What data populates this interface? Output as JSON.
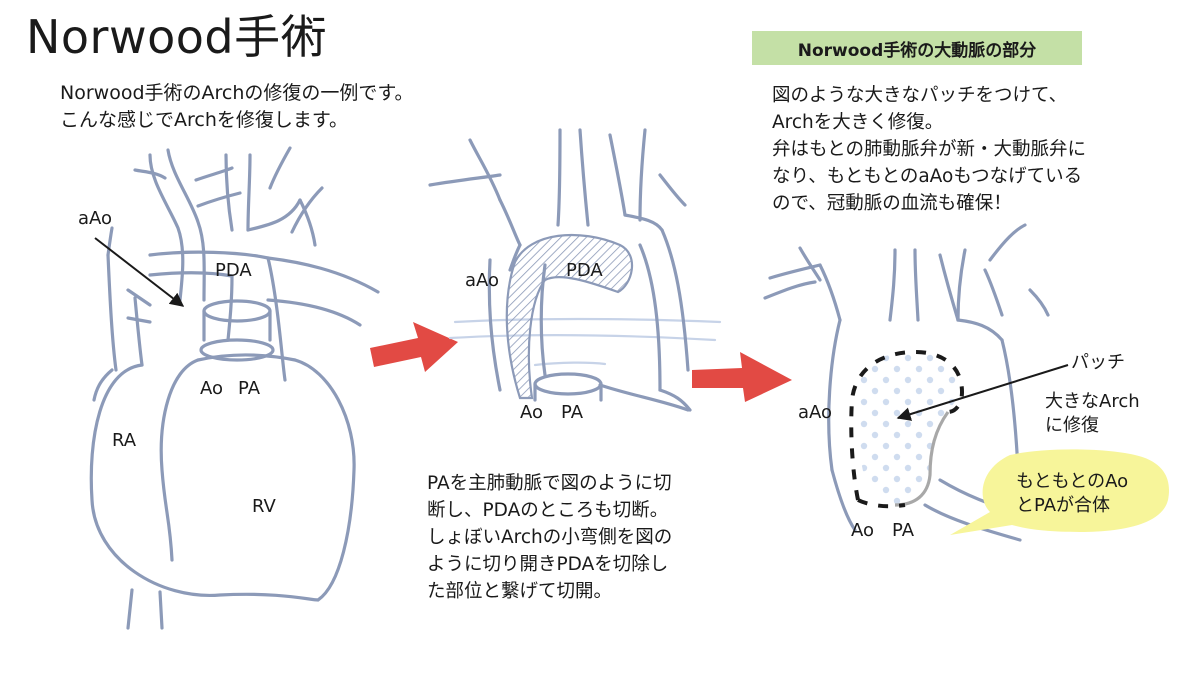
{
  "page": {
    "title": "Norwood手術"
  },
  "intro": {
    "lines": [
      "Norwood手術のArchの修復の一例です。",
      "こんな感じでArchを修復します。"
    ]
  },
  "section_badge": "Norwood手術の大動脈の部分",
  "description": {
    "lines": [
      "図のような大きなパッチをつけて、",
      "Archを大きく修復。",
      "弁はもとの肺動脈弁が新・大動脈弁に",
      "なり、もともとのaAoもつなげている",
      "ので、冠動脈の血流も確保！"
    ]
  },
  "procedure_note": {
    "lines": [
      "PAを主肺動脈で図のように切",
      "断し、PDAのところも切断。",
      "しょぼいArchの小弯側を図の",
      "ように切り開きPDAを切除し",
      "た部位と繋げて切開。"
    ]
  },
  "diagram1": {
    "aAo": "aAo",
    "PDA": "PDA",
    "Ao": "Ao",
    "PA": "PA",
    "RA": "RA",
    "RV": "RV"
  },
  "diagram2": {
    "aAo": "aAo",
    "PDA": "PDA",
    "Ao": "Ao",
    "PA": "PA"
  },
  "diagram3": {
    "aAo": "aAo",
    "Ao": "Ao",
    "PA": "PA",
    "patch_label": "パッチ",
    "large_arch_lines": [
      "大きなArch",
      "に修復"
    ],
    "callout_lines": [
      "もともとのAo",
      "とPAが合体"
    ]
  },
  "colors": {
    "vessel": "#8c9ab8",
    "arrow": "#e24a44",
    "badge_bg": "#c4e0a6",
    "callout_bg": "#f7f59a",
    "patch_dots": "#dfe9f5",
    "faint_vessel": "#c7d3e8"
  }
}
